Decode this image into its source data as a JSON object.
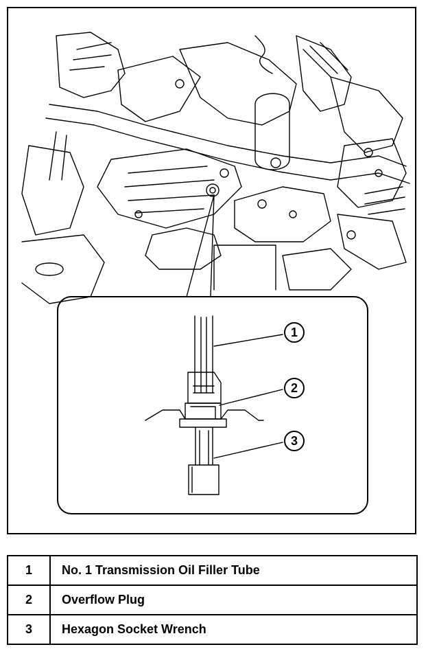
{
  "callouts": [
    "1",
    "2",
    "3"
  ],
  "legend": [
    {
      "number": "1",
      "label": "No. 1 Transmission Oil Filler Tube"
    },
    {
      "number": "2",
      "label": "Overflow Plug"
    },
    {
      "number": "3",
      "label": "Hexagon Socket Wrench"
    }
  ]
}
